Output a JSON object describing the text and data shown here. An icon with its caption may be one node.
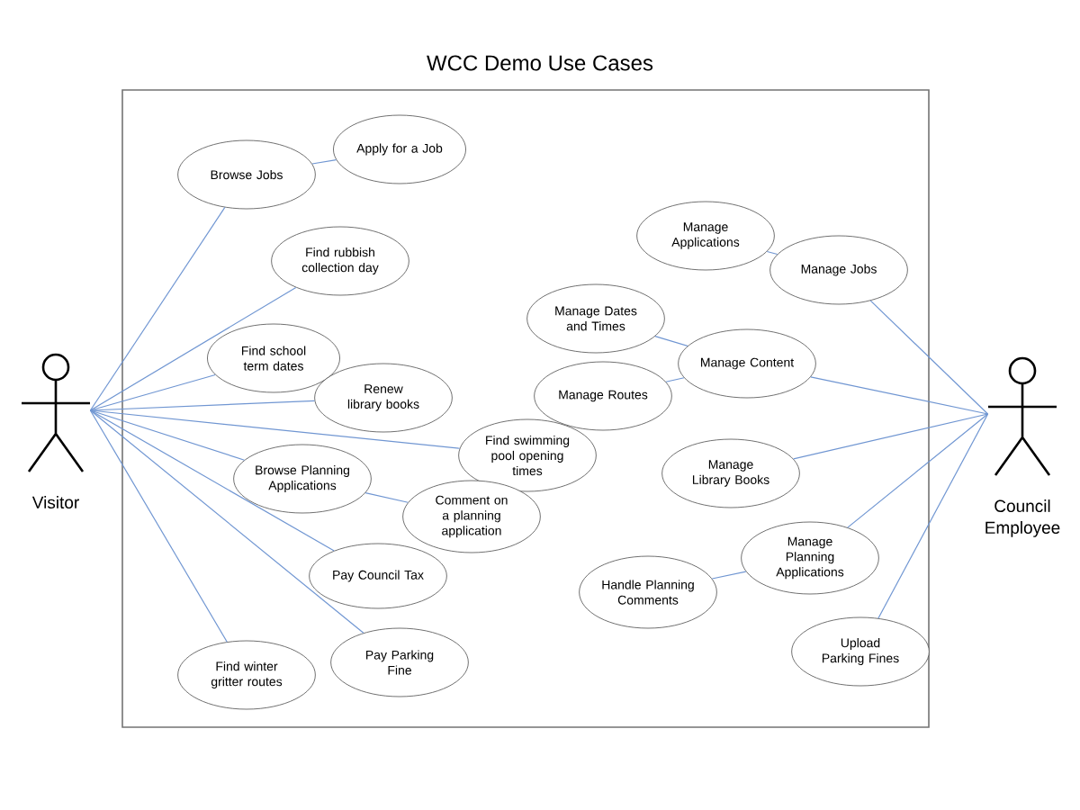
{
  "diagram": {
    "title": "WCC Demo Use Cases",
    "nodes": [
      {
        "text": [],
        "shape": "box"
      },
      {
        "text": [
          "Visitor"
        ]
      },
      {
        "text": [
          "Council Employee"
        ]
      },
      {
        "text": [
          "Browse Jobs"
        ],
        "in": 0
      },
      {
        "text": [
          "Apply for a Job"
        ],
        "in": 0
      },
      {
        "text": [
          "Find rubbish collection day"
        ],
        "in": 0
      },
      {
        "text": [
          "Find school term dates"
        ],
        "in": 0
      },
      {
        "text": [
          "Renew library books"
        ],
        "in": 0
      },
      {
        "text": [
          "Find swimming pool opening times"
        ],
        "in": 0
      },
      {
        "text": [
          "Browse Planning Applications"
        ],
        "in": 0
      },
      {
        "text": [
          "Comment on a planning application"
        ],
        "in": 0
      },
      {
        "text": [
          "Pay Council Tax"
        ],
        "in": 0
      },
      {
        "text": [
          "Pay Parking Fine"
        ],
        "in": 0
      },
      {
        "text": [
          "Find winter gritter routes"
        ],
        "in": 0
      },
      {
        "text": [
          "Manage Applications"
        ],
        "in": 0
      },
      {
        "text": [
          "Manage Jobs"
        ],
        "in": 0
      },
      {
        "text": [
          "Manage Dates and Times"
        ],
        "in": 0
      },
      {
        "text": [
          "Manage Content"
        ],
        "in": 0
      },
      {
        "text": [
          "Manage Routes"
        ],
        "in": 0
      },
      {
        "text": [
          "Manage Library Books"
        ],
        "in": 0
      },
      {
        "text": [
          "Manage Planning Applications"
        ],
        "in": 0
      },
      {
        "text": [
          "Handle Planning Comments"
        ],
        "in": 0
      },
      {
        "text": [
          "Upload Parking Fines"
        ],
        "in": 0
      }
    ],
    "edges": [
      {
        "from": 1,
        "to": 3,
        "arrow": "none"
      },
      {
        "from": 3,
        "to": 4,
        "arrow": "none"
      },
      {
        "from": 1,
        "to": 5,
        "arrow": "none"
      },
      {
        "from": 1,
        "to": 6,
        "arrow": "none"
      },
      {
        "from": 1,
        "to": 7,
        "arrow": "none"
      },
      {
        "from": 1,
        "to": 8,
        "arrow": "none"
      },
      {
        "from": 1,
        "to": 9,
        "arrow": "none"
      },
      {
        "from": 9,
        "to": 10,
        "arrow": "none"
      },
      {
        "from": 1,
        "to": 11,
        "arrow": "none"
      },
      {
        "from": 1,
        "to": 12,
        "arrow": "none"
      },
      {
        "from": 1,
        "to": 13,
        "arrow": "none"
      },
      {
        "from": 14,
        "to": 15,
        "arrow": "none"
      },
      {
        "from": 15,
        "to": 2,
        "arrow": "none"
      },
      {
        "from": 16,
        "to": 17,
        "arrow": "none"
      },
      {
        "from": 18,
        "to": 17,
        "arrow": "none"
      },
      {
        "from": 17,
        "to": 2,
        "arrow": "none"
      },
      {
        "from": 19,
        "to": 2,
        "arrow": "none"
      },
      {
        "from": 21,
        "to": 20,
        "arrow": "none"
      },
      {
        "from": 20,
        "to": 2,
        "arrow": "none"
      },
      {
        "from": 22,
        "to": 2,
        "arrow": "none"
      }
    ]
  }
}
